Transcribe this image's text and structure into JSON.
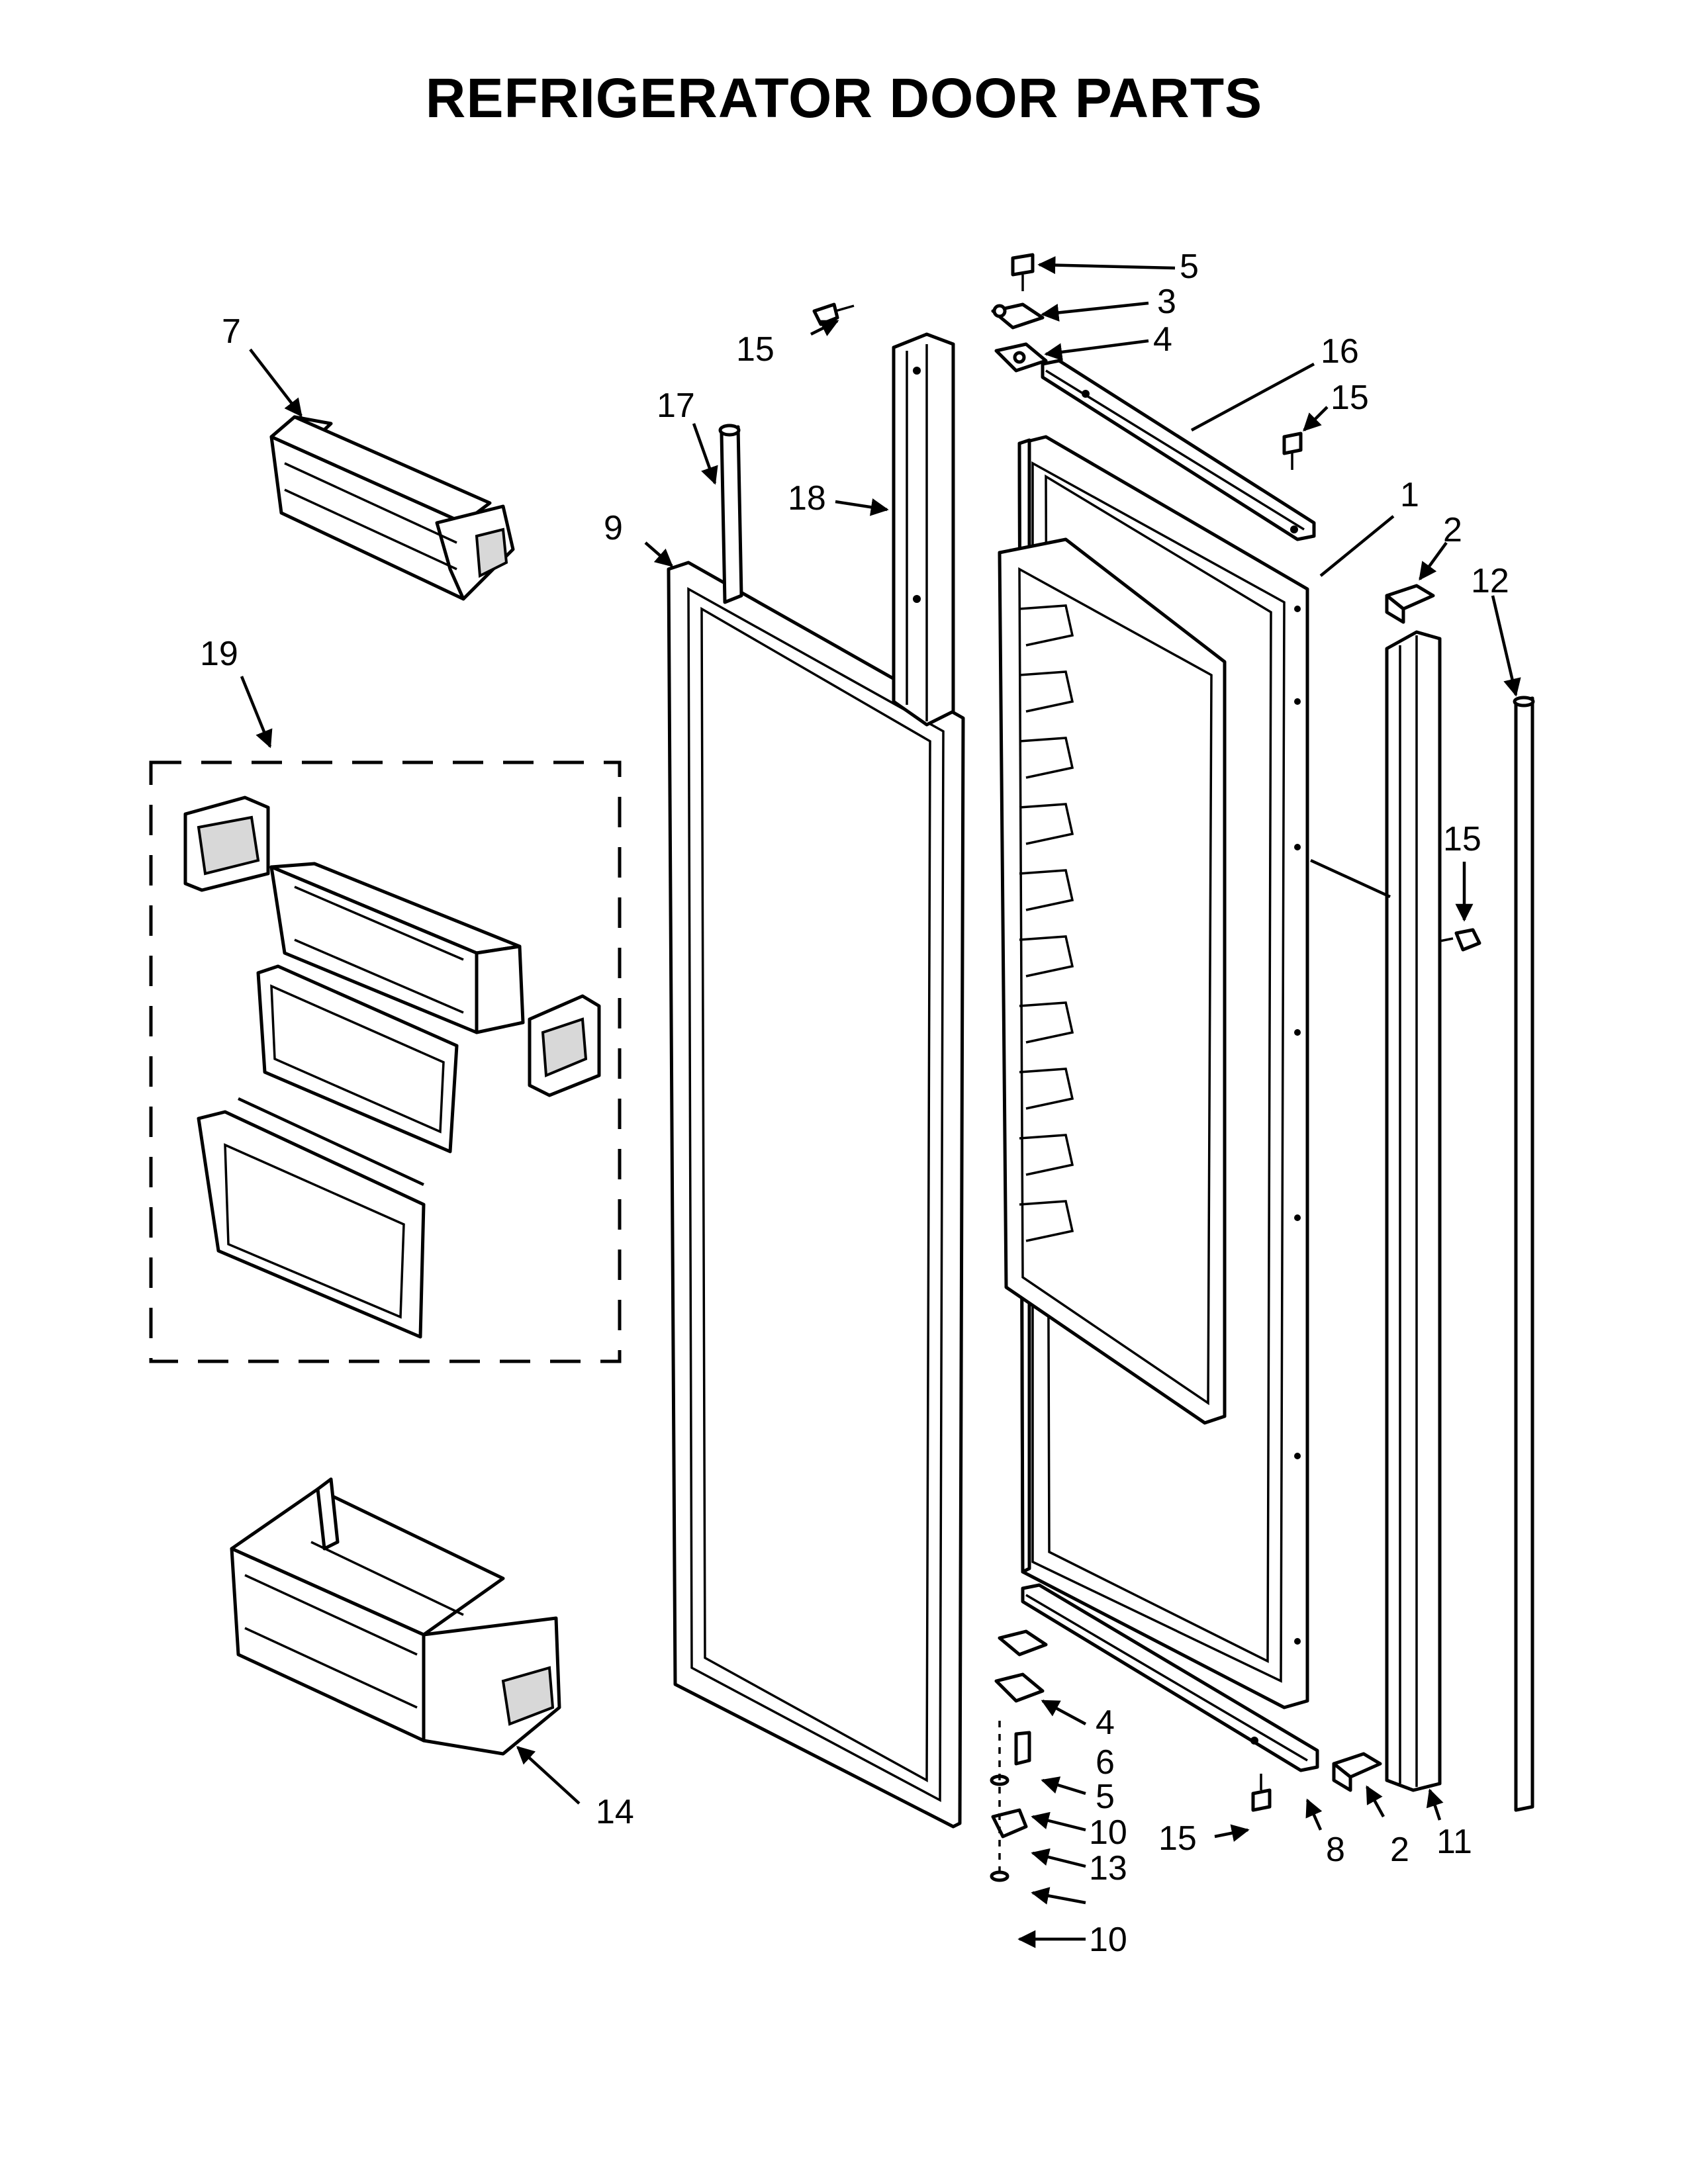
{
  "title": "REFRIGERATOR DOOR PARTS",
  "callouts": {
    "c1": "1",
    "c2a": "2",
    "c2b": "2",
    "c3": "3",
    "c4a": "4",
    "c4b": "4",
    "c5a": "5",
    "c5b": "5",
    "c6": "6",
    "c7": "7",
    "c8": "8",
    "c9": "9",
    "c10a": "10",
    "c10b": "10",
    "c11": "11",
    "c12": "12",
    "c13": "13",
    "c14": "14",
    "c15a": "15",
    "c15b": "15",
    "c15c": "15",
    "c15d": "15",
    "c16": "16",
    "c17": "17",
    "c18": "18",
    "c19": "19"
  }
}
